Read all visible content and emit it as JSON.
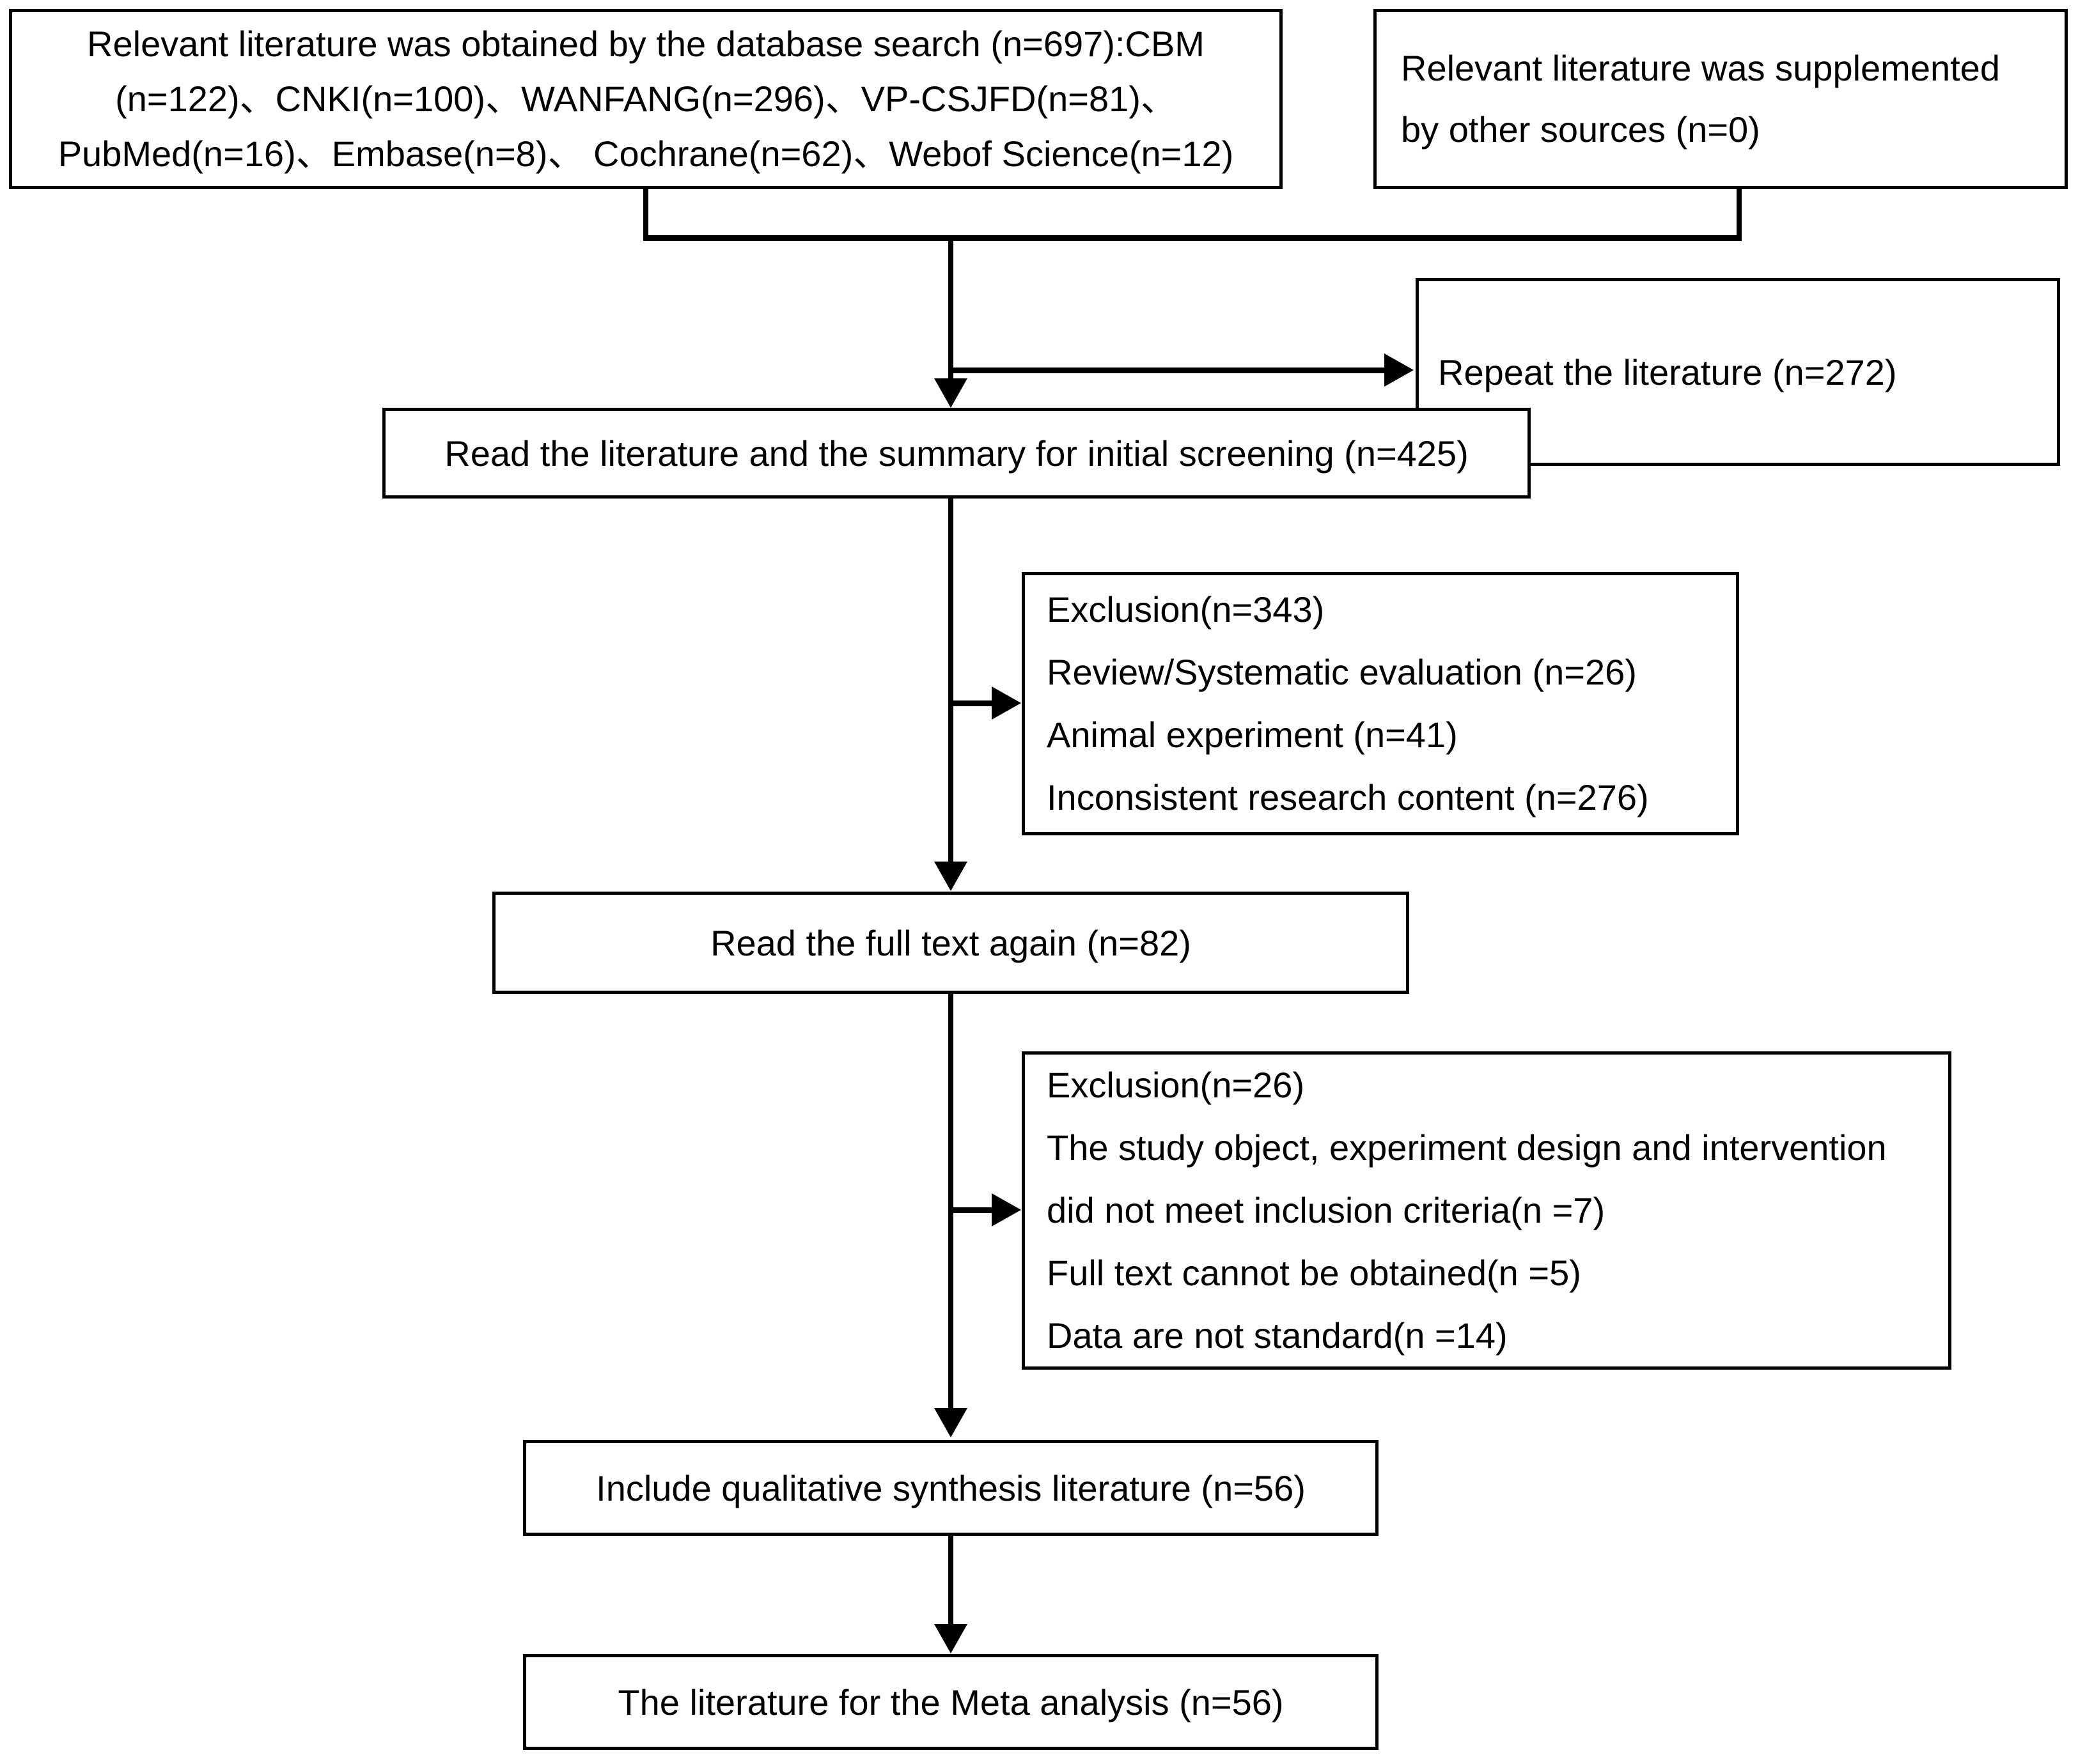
{
  "diagram": {
    "type": "prisma-flow-diagram",
    "boxes": {
      "database_search": {
        "lines": [
          "Relevant literature was obtained by the database search (n=697):CBM",
          "(n=122)、CNKI(n=100)、WANFANG(n=296)、VP-CSJFD(n=81)、",
          "PubMed(n=16)、Embase(n=8)、 Cochrane(n=62)、Webof Science(n=12)"
        ],
        "total": 697,
        "sources": [
          {
            "name": "CBM",
            "n": 122
          },
          {
            "name": "CNKI",
            "n": 100
          },
          {
            "name": "WANFANG",
            "n": 296
          },
          {
            "name": "VP-CSJFD",
            "n": 81
          },
          {
            "name": "PubMed",
            "n": 16
          },
          {
            "name": "Embase",
            "n": 8
          },
          {
            "name": "Cochrane",
            "n": 62
          },
          {
            "name": "Webof Science",
            "n": 12
          }
        ]
      },
      "other_sources": {
        "lines": [
          "Relevant literature was supplemented",
          "by other sources (n=0)"
        ],
        "n": 0
      },
      "repeat_literature": {
        "lines": [
          "Repeat the literature (n=272)"
        ],
        "n": 272
      },
      "initial_screening": {
        "lines": [
          "Read the literature and the summary for initial screening (n=425)"
        ],
        "n": 425
      },
      "exclusion_1": {
        "lines": [
          "Exclusion(n=343)",
          "Review/Systematic evaluation (n=26)",
          "Animal experiment (n=41)",
          "Inconsistent research content (n=276)"
        ],
        "n": 343,
        "reasons": [
          {
            "label": "Review/Systematic evaluation",
            "n": 26
          },
          {
            "label": "Animal experiment",
            "n": 41
          },
          {
            "label": "Inconsistent research content",
            "n": 276
          }
        ]
      },
      "full_text": {
        "lines": [
          "Read the full text again (n=82)"
        ],
        "n": 82
      },
      "exclusion_2": {
        "lines": [
          "Exclusion(n=26)",
          "The study object, experiment design and intervention",
          "did not meet inclusion criteria(n =7)",
          "Full text cannot be obtained(n =5)",
          "Data are not standard(n =14)"
        ],
        "n": 26,
        "reasons": [
          {
            "label": "The study object, experiment design and intervention did not meet inclusion criteria",
            "n": 7
          },
          {
            "label": "Full text cannot be obtained",
            "n": 5
          },
          {
            "label": "Data are not standard",
            "n": 14
          }
        ]
      },
      "qualitative_synthesis": {
        "lines": [
          "Include qualitative synthesis literature (n=56)"
        ],
        "n": 56
      },
      "meta_analysis": {
        "lines": [
          "The literature for the Meta analysis (n=56)"
        ],
        "n": 56
      }
    },
    "colors": {
      "stroke": "#000000",
      "fill": "#ffffff",
      "text": "#000000"
    }
  }
}
